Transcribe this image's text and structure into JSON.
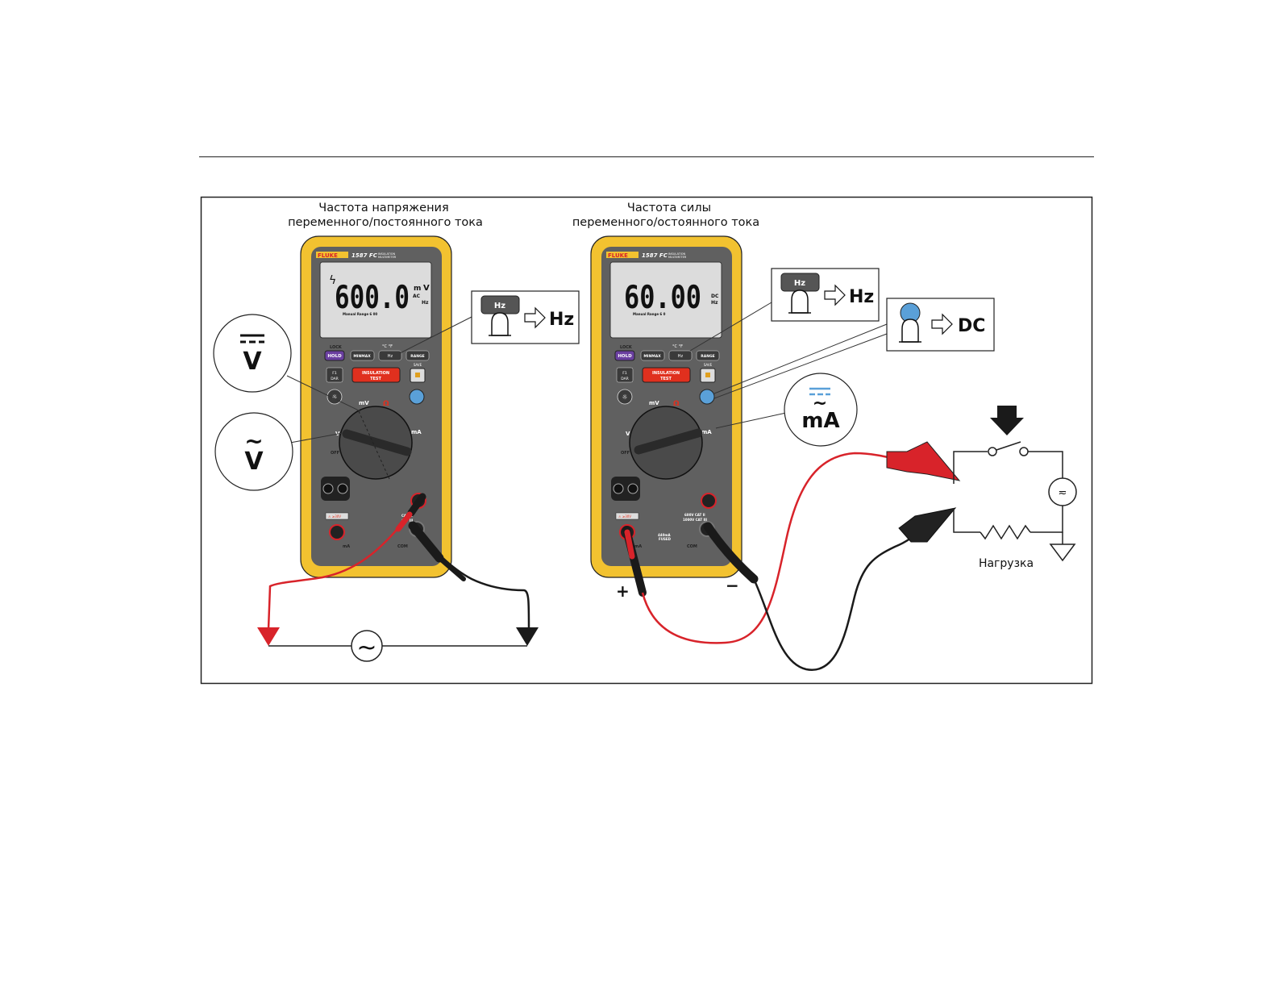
{
  "figure": {
    "left_caption": [
      "Частота напряжения",
      "переменного/постоянного тока"
    ],
    "right_caption": [
      "Частота силы",
      "переменного/остоянного тока"
    ],
    "load_label": "Нагрузка",
    "plus_label": "+",
    "minus_label": "−",
    "ac_source_symbol": "~"
  },
  "meter_left": {
    "brand": "FLUKE",
    "model": "1587 FC",
    "subtitle_1": "INSULATION",
    "subtitle_2": "MULTIMETER",
    "reading": "600.0",
    "unit_prefix": "m",
    "unit_1": "V",
    "unit_ac": "AC",
    "unit_hz": "Hz",
    "range_text": "Manual Range 6 00",
    "lock_label": "LOCK",
    "hold_label": "HOLD",
    "minmax_label": "MINMAX",
    "hz_btn_label": "Hz",
    "degc_label": "°C °F",
    "range_btn_label": "RANGE",
    "f1_label": "F1",
    "dar_label": "DAR",
    "insulation_label_1": "INSULATION",
    "insulation_label_2": "TEST",
    "save_label": "SAVE",
    "off_label": "OFF",
    "ma_jack_label": "mA",
    "com_jack_label": "COM",
    "cat_label_1": "CAT IV",
    "cat_label_2": "CAT III"
  },
  "meter_right": {
    "brand": "FLUKE",
    "model": "1587 FC",
    "subtitle_1": "INSULATION",
    "subtitle_2": "MULTIMETER",
    "reading": "60.00",
    "unit_dc": "DC",
    "unit_hz": "Hz",
    "range_text": "Manual Range 6 0",
    "lock_label": "LOCK",
    "hold_label": "HOLD",
    "minmax_label": "MINMAX",
    "hz_btn_label": "Hz",
    "degc_label": "°C °F",
    "range_btn_label": "RANGE",
    "f1_label": "F1",
    "dar_label": "DAR",
    "insulation_label_1": "INSULATION",
    "insulation_label_2": "TEST",
    "save_label": "SAVE",
    "off_label": "OFF",
    "ma_jack_label": "mA",
    "com_jack_label": "COM",
    "fused_label_1": "440mA",
    "fused_label_2": "FUSED",
    "cat_label_1": "600V CAT II",
    "cat_label_2": "1000V CAT III"
  },
  "callouts": {
    "left_hz_key": "Hz",
    "left_hz_result": "Hz",
    "right_hz_key": "Hz",
    "right_hz_result": "Hz",
    "right_dc_result": "DC",
    "v_dc_symbol": "V",
    "v_ac_symbol": "V",
    "ma_symbol": "mA"
  },
  "colors": {
    "yellow_body": "#f2c230",
    "gray_face": "#5f5f5f",
    "lcd": "#dcdcdc",
    "red_lead": "#d8232a",
    "black_lead": "#1a1a1a",
    "blue_button": "#5aa0d8",
    "purple_button": "#6a3fa0"
  },
  "icons": [
    "hand-press-icon",
    "arrow-right-icon",
    "ac-source-icon",
    "switch-icon",
    "resistor-icon",
    "ground-icon",
    "current-source-icon"
  ]
}
